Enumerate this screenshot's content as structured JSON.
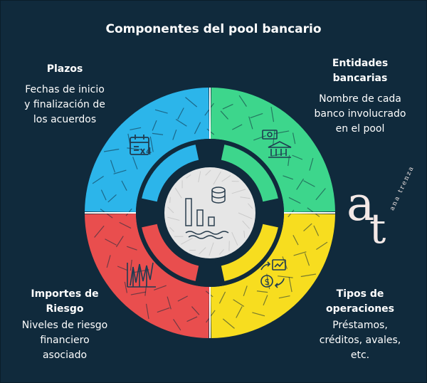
{
  "title": "Componentes del pool bancario",
  "segments": {
    "plazos": {
      "heading": "Plazos",
      "body_lines": [
        "Fechas de inicio",
        "y finalización de",
        "los acuerdos"
      ],
      "color": "#2cb5ea",
      "icon": "calendar-x4-icon"
    },
    "entidades": {
      "heading_lines": [
        "Entidades",
        "bancarias"
      ],
      "body_lines": [
        "Nombre de cada",
        "banco involucrado",
        "en el pool"
      ],
      "color": "#3dd68c",
      "icon": "bank-money-icon"
    },
    "tipos": {
      "heading_lines": [
        "Tipos de",
        "operaciones"
      ],
      "body_lines": [
        "Préstamos,",
        "créditos, avales,",
        "etc."
      ],
      "color": "#f7dd1f",
      "icon": "exchange-dollar-icon"
    },
    "importes": {
      "heading_lines": [
        "Importes de",
        "Riesgo"
      ],
      "body_lines": [
        "Niveles de riesgo",
        "financiero",
        "asociado"
      ],
      "color": "#e94e4e",
      "icon": "risk-chart-icon"
    }
  },
  "center": {
    "color": "#e6e6e6",
    "icon": "bank-pool-icon"
  },
  "logo": {
    "letters": "at",
    "tagline": "ana trenza"
  },
  "colors": {
    "background": "#102a3c",
    "text": "#ffffff"
  }
}
